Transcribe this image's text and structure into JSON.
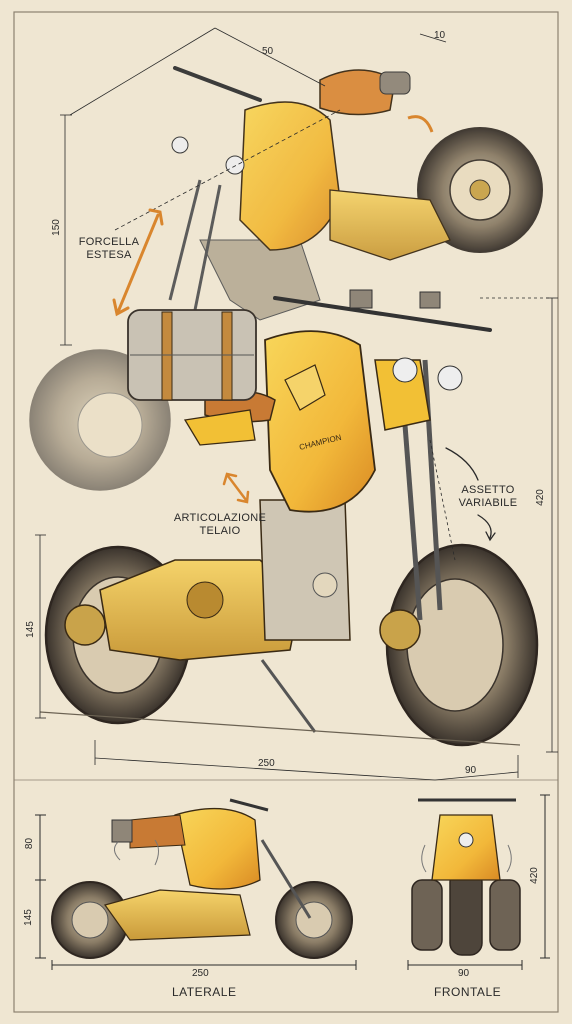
{
  "labels": {
    "forcella": [
      "FORCELLA",
      "ESTESA"
    ],
    "articolazione": [
      "ARTICOLAZIONE",
      "TELAIO"
    ],
    "assetto": [
      "ASSETTO",
      "VARIABILE"
    ],
    "tank_brand": "CHAMPION"
  },
  "dimensions": {
    "top_length": "50",
    "top_offset": "10",
    "top_height": "150",
    "main_height_front": "420",
    "main_height_rear": "145",
    "main_wheelbase": "250",
    "main_front_ext": "90",
    "side_upper": "80",
    "side_lower": "145",
    "side_length": "250",
    "front_width": "90",
    "front_height": "420"
  },
  "captions": {
    "laterale": "LATERALE",
    "frontale": "FRONTALE"
  },
  "colors": {
    "paper": "#efe6d2",
    "ink": "#2a2a2a",
    "yellow": "#f2c035",
    "orange": "#e6962a",
    "tire": "#3a332c",
    "arrow": "#d9862e"
  }
}
